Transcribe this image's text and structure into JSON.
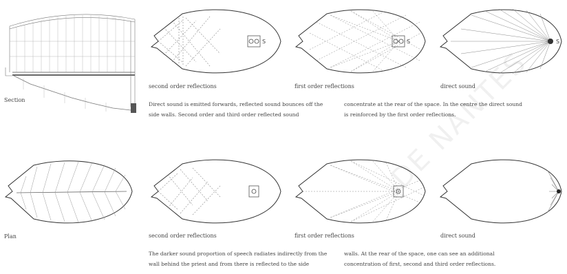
{
  "labels": {
    "section": "Section",
    "plan": "Plan",
    "r1_second": "second order reflections",
    "r1_first": "first order reflections",
    "r1_direct": "direct sound",
    "r2_second": "second order reflections",
    "r2_first": "first order reflections",
    "r2_direct": "direct sound"
  },
  "source_label": "S",
  "text_top": {
    "left": "Direct sound is emitted forwards, reflected sound bounces off the side walls. Second order and third order reflected sound",
    "right": "concentrate at the rear of the space. In the centre the direct sound is reinforced by the first order reflections."
  },
  "text_bottom": {
    "left": "The darker sound proportion of speech radiates indirectly from the wall behind the priest and from there is reflected to the side",
    "right": "walls. At the rear of the space, one can see an additional concentration of first, second and third order reflections."
  },
  "watermark": "DE NANTES"
}
